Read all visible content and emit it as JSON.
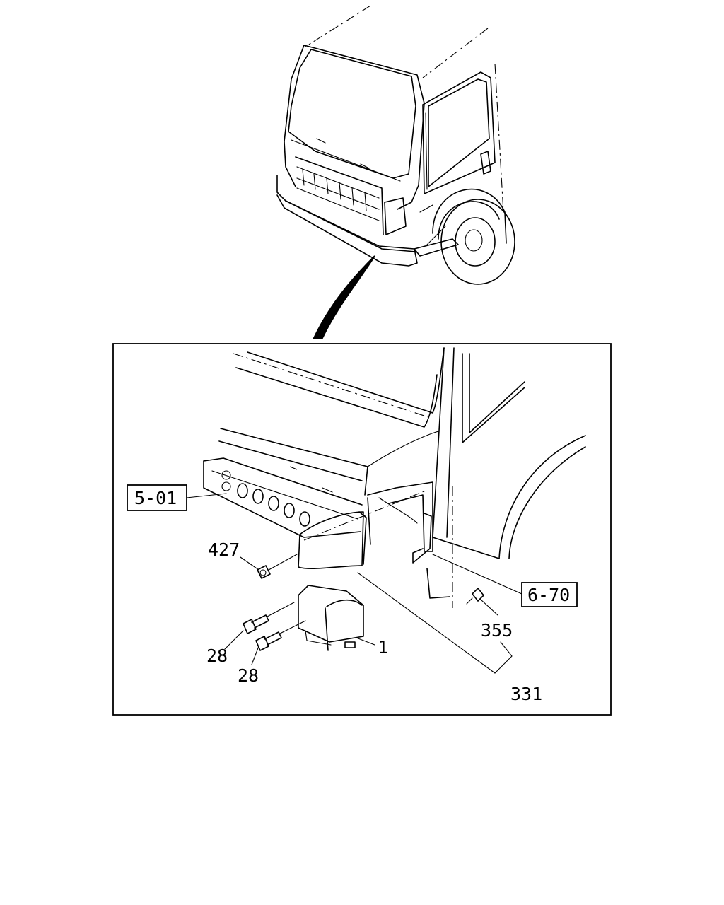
{
  "diagram": {
    "callouts": {
      "ref_a": "5-01",
      "ref_b": "6-70",
      "part_427": "427",
      "part_28_a": "28",
      "part_28_b": "28",
      "part_1": "1",
      "part_355": "355",
      "part_331": "331"
    }
  }
}
